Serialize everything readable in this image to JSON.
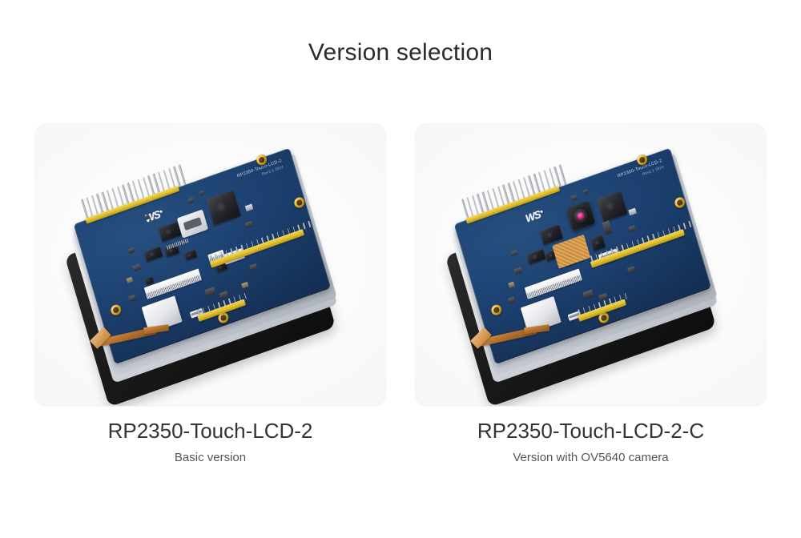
{
  "page": {
    "title": "Version selection",
    "background_color": "#ffffff"
  },
  "colors": {
    "title_text": "#2b2b2b",
    "caption_text": "#333333",
    "subtitle_text": "#555555",
    "card_background": "#fbfbfc",
    "pcb_blue": "#1d4272",
    "header_yellow": "#e3c331",
    "standoff_gold": "#e8b93c",
    "lcd_black": "#191919",
    "ribbon_orange": "#b5722c",
    "lens_pink": "#d92a86"
  },
  "cards": [
    {
      "id": "basic",
      "title": "RP2350-Touch-LCD-2",
      "subtitle": "Basic version",
      "image_alt": "RP2350-Touch-LCD-2 development board, basic version",
      "board": {
        "silkscreen_line1": "RP2350-Touch-LCD-2",
        "silkscreen_line2": "Rev2.1  2024",
        "logo": "waveshare-logo",
        "has_camera": false
      }
    },
    {
      "id": "camera",
      "title": "RP2350-Touch-LCD-2-C",
      "subtitle": "Version with OV5640 camera",
      "image_alt": "RP2350-Touch-LCD-2-C development board with OV5640 camera",
      "board": {
        "silkscreen_line1": "RP2350-Touch-LCD-2",
        "silkscreen_line2": "Rev2.1  2024",
        "logo": "waveshare-logo",
        "has_camera": true
      }
    }
  ]
}
